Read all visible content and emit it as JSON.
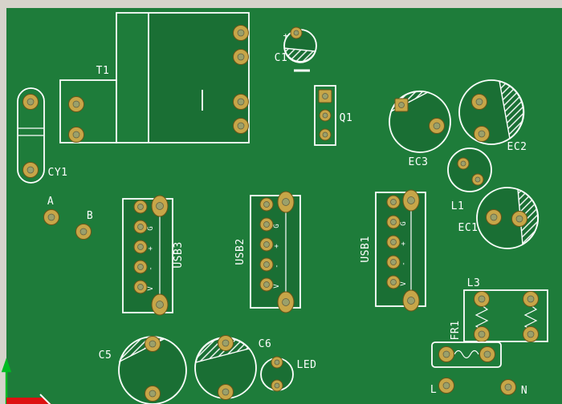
{
  "colors": {
    "canvas_gray": "#d6d3cb",
    "board_green": "#1e7c3a",
    "silk_white": "#ffffff",
    "pad_gold": "#c7a648",
    "pad_ring": "#6b5518",
    "pad_hole": "#9aa06b",
    "axis_x_red": "#dd1111",
    "axis_y_green": "#00bb22"
  },
  "components": {
    "T1": {
      "label": "T1"
    },
    "C1": {
      "label": "C1",
      "polarity": "+"
    },
    "Q1": {
      "label": "Q1"
    },
    "EC1": {
      "label": "EC1"
    },
    "EC2": {
      "label": "EC2"
    },
    "EC3": {
      "label": "EC3"
    },
    "L1": {
      "label": "L1"
    },
    "CY1": {
      "label": "CY1"
    },
    "A": {
      "label": "A"
    },
    "B": {
      "label": "B"
    },
    "USB1": {
      "label": "USB1",
      "pins": [
        "G",
        "+",
        "-",
        "V"
      ]
    },
    "USB2": {
      "label": "USB2",
      "pins": [
        "G",
        "+",
        "-",
        "V"
      ]
    },
    "USB3": {
      "label": "USB3",
      "pins": [
        "G",
        "+",
        "-",
        "V"
      ]
    },
    "C5": {
      "label": "C5"
    },
    "C6": {
      "label": "C6"
    },
    "LED": {
      "label": "LED"
    },
    "L3": {
      "label": "L3"
    },
    "FR1": {
      "label": "FR1"
    },
    "L": {
      "label": "L"
    },
    "N": {
      "label": "N"
    }
  }
}
